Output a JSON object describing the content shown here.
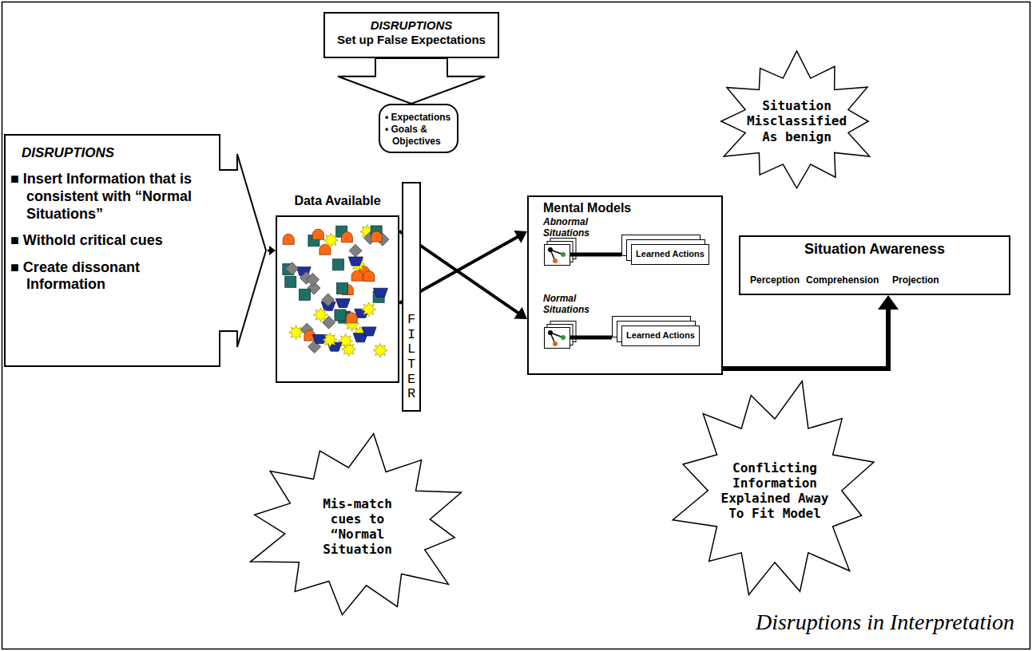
{
  "diagram": {
    "caption": "Disruptions in Interpretation",
    "nodes": [
      {
        "text": [
          "DISRUPTIONS",
          "Set up False Expectations"
        ]
      },
      {
        "text": [
          "• Expectations",
          "• Goals & Objectives"
        ]
      },
      {
        "text": [
          "DISRUPTIONS",
          "■ Insert Information that is consistent with “Normal Situations”",
          "■ Withold critical cues",
          "■ Create dissonant Information"
        ]
      },
      {
        "text": [
          "Data Available"
        ]
      },
      {
        "text": [
          "FILTER"
        ]
      },
      {
        "text": [
          "Mental Models"
        ]
      },
      {
        "text": [
          "Learned Actions"
        ],
        "in": 5
      },
      {
        "text": [
          "Learned Actions"
        ],
        "in": 5
      },
      {
        "text": [
          "Situation Awareness",
          "Perception",
          "Comprehension",
          "Projection"
        ]
      },
      {
        "text": [
          "Situation Misclassified As benign"
        ]
      },
      {
        "text": [
          "Mis-match cues to “Normal Situation"
        ]
      },
      {
        "text": [
          "Conflicting Information Explained Away To Fit Model"
        ]
      }
    ],
    "edges": [
      {
        "from": 0,
        "to": 1,
        "arrow": "to"
      },
      {
        "from": 2,
        "to": 3,
        "arrow": "to"
      },
      {
        "from": 3,
        "to": 5,
        "arrow": "to"
      },
      {
        "from": 3,
        "to": 5,
        "arrow": "to"
      },
      {
        "from": 5,
        "to": 8,
        "arrow": "to"
      }
    ],
    "labels": [
      "Abnormal Situations",
      "Normal Situations"
    ]
  }
}
